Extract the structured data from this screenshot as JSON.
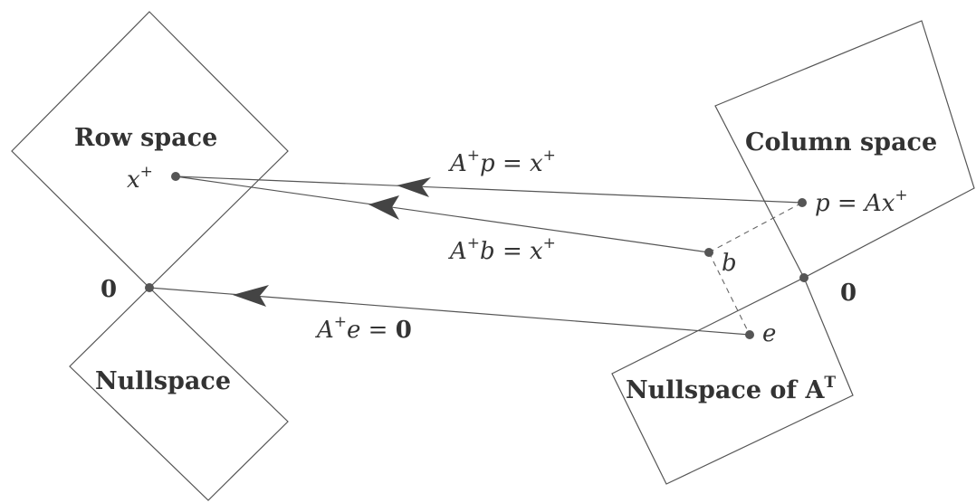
{
  "labels": {
    "row_space": "Row space",
    "nullspace": "Nullspace",
    "column_space": "Column space",
    "left_nullspace": "Nullspace of A",
    "left_nullspace_sup": "T",
    "zero_left": "0",
    "zero_right": "0"
  },
  "points": {
    "x_plus": "x",
    "x_plus_sup": "+",
    "p_eq": "p = Ax",
    "p_eq_sup": "+",
    "b": "b",
    "e": "e"
  },
  "equations": {
    "a_plus_p": {
      "lhs": "A",
      "sup": "+",
      "rest": "p = x",
      "rhs_sup": "+"
    },
    "a_plus_b": {
      "lhs": "A",
      "sup": "+",
      "rest": "b = x",
      "rhs_sup": "+"
    },
    "a_plus_e": {
      "lhs": "A",
      "sup": "+",
      "rest": "e = ",
      "rhs_bold": "0"
    }
  },
  "colors": {
    "stroke": "#555555",
    "arrowhead": "#444444",
    "dot": "#555555"
  }
}
